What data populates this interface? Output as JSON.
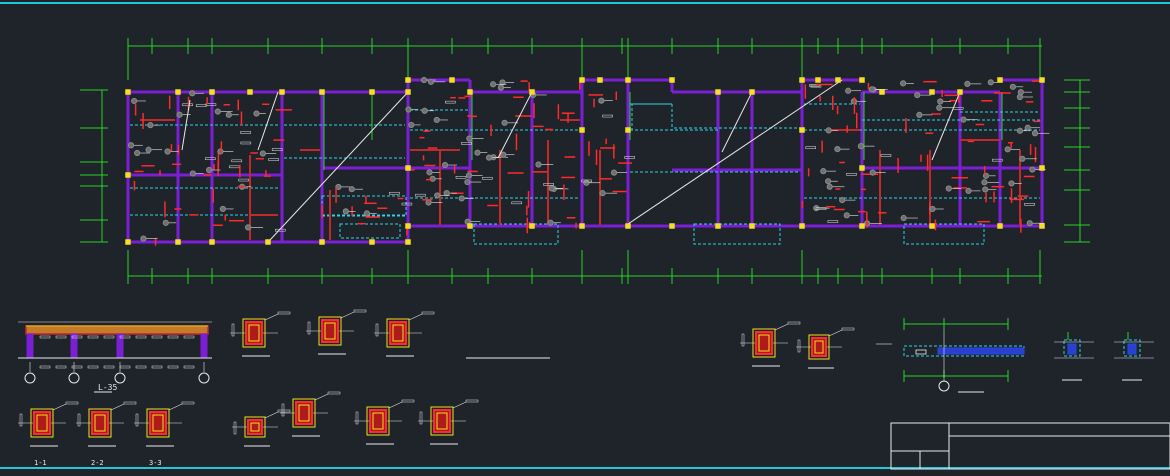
{
  "drawing": {
    "colors": {
      "background": "#1f232a",
      "frame": "#22c7d8",
      "axis": "#27d327",
      "wall": "#7a1fd4",
      "beam": "#c02a2a",
      "beam_dashed": "#2ad4e8",
      "column": "#f2e21a",
      "rebar_red": "#ff2a2a",
      "leader": "#e8e8e8",
      "tag": "#8a8a8a"
    },
    "section_labels": {
      "long_section": "L-35",
      "section_1": "1-1",
      "section_2": "2-2",
      "section_3": "3-3"
    }
  }
}
